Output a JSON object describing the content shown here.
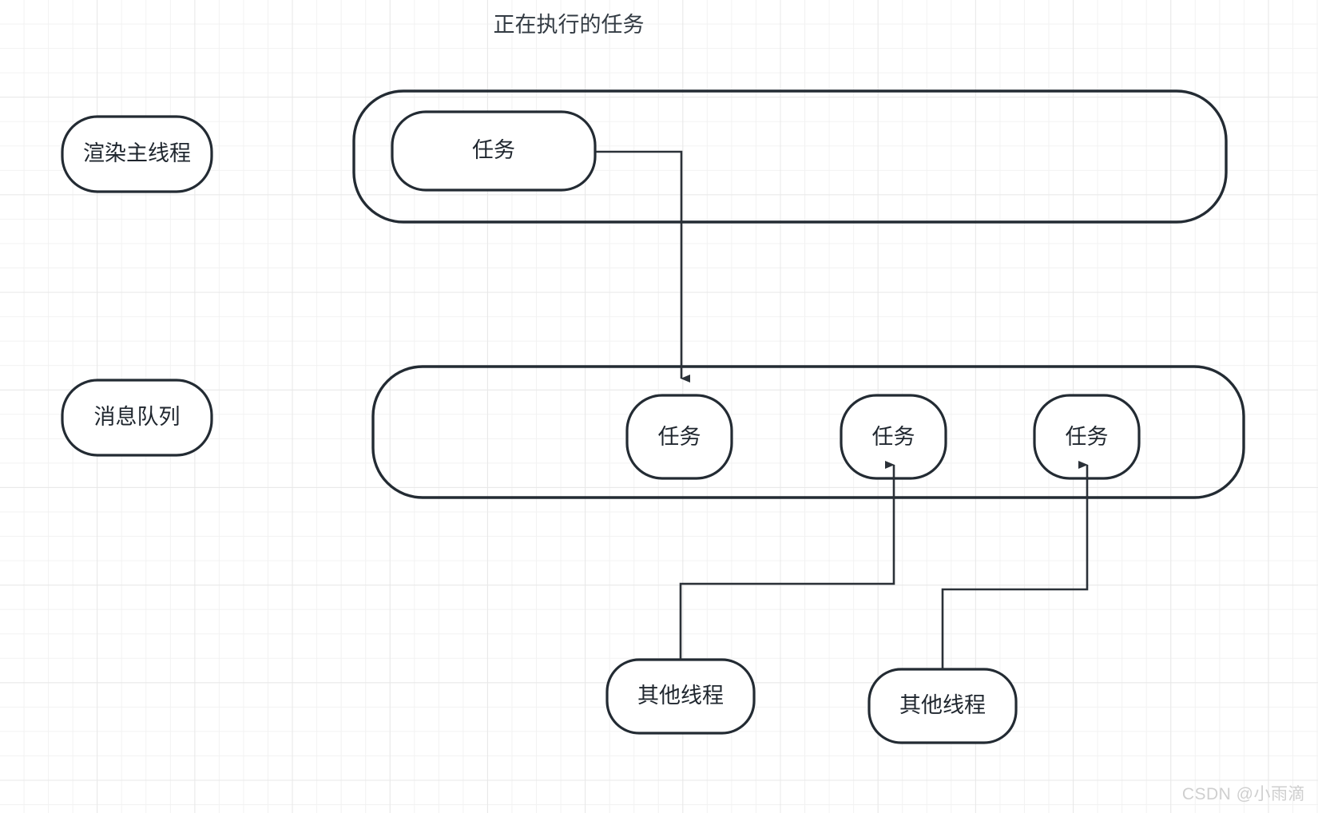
{
  "diagram": {
    "title": "正在执行的任务",
    "type": "flow-diagram",
    "colors": {
      "stroke": "#232b33",
      "connector": "#2b3138",
      "background": "#ffffff",
      "grid_minor": "#f2f2f2",
      "grid_major": "#e8e8e8",
      "watermark": "#cfcfcf"
    },
    "lanes": [
      {
        "id": "render-main-thread",
        "label": "渲染主线程"
      },
      {
        "id": "message-queue",
        "label": "消息队列"
      }
    ],
    "render_thread_tasks": [
      {
        "id": "running-task",
        "label": "任务"
      }
    ],
    "queue_tasks": [
      {
        "id": "queue-task-1",
        "label": "任务"
      },
      {
        "id": "queue-task-2",
        "label": "任务"
      },
      {
        "id": "queue-task-3",
        "label": "任务"
      }
    ],
    "other_threads": [
      {
        "id": "other-thread-1",
        "label": "其他线程"
      },
      {
        "id": "other-thread-2",
        "label": "其他线程"
      }
    ],
    "connections": [
      {
        "id": "task-to-queue",
        "from": "running-task",
        "to": "queue-task-1",
        "direction": "down"
      },
      {
        "id": "thread1-to-queue",
        "from": "other-thread-1",
        "to": "queue-task-2",
        "direction": "up"
      },
      {
        "id": "thread2-to-queue",
        "from": "other-thread-2",
        "to": "queue-task-3",
        "direction": "up"
      }
    ]
  },
  "watermark": {
    "text": "CSDN @小雨滴"
  }
}
